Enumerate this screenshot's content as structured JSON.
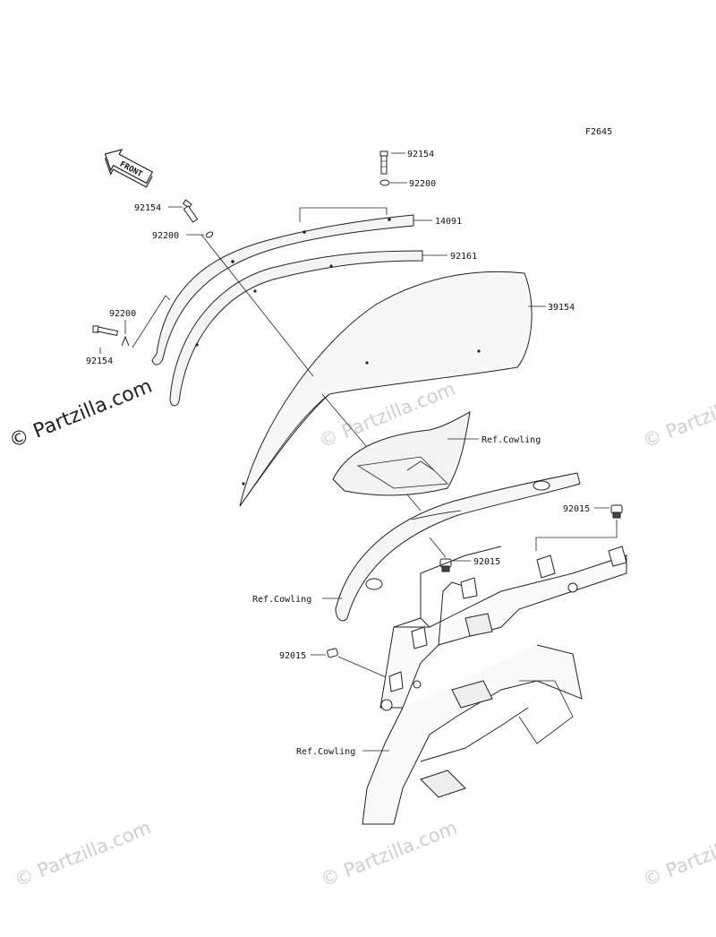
{
  "figure_code": "F2645",
  "front_arrow_label": "FRONT",
  "watermark_text": "© Partzilla.com",
  "watermark_main": "© Partzilla.com",
  "callouts": {
    "bolt_top": "92154",
    "washer_top": "92200",
    "windshield_bracket": "14091",
    "windshield_seal": "92161",
    "windshield": "39154",
    "bolt_left": "92154",
    "washer_left": "92200",
    "washer_lower_left": "92200",
    "bolt_lower_left": "92154",
    "ref_cowling_1": "Ref.Cowling",
    "grommet_right": "92015",
    "grommet_mid": "92015",
    "ref_cowling_2": "Ref.Cowling",
    "grommet_left": "92015",
    "ref_cowling_3": "Ref.Cowling"
  }
}
